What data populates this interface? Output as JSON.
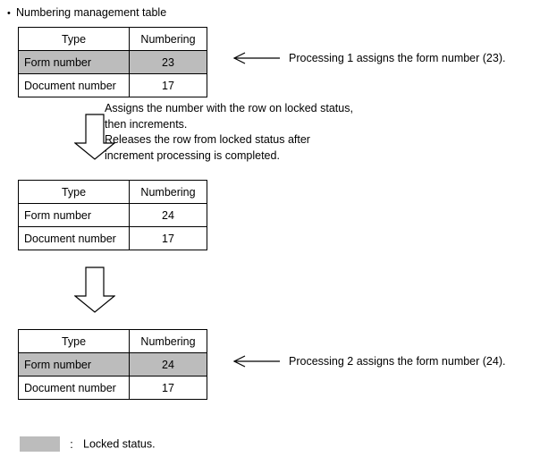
{
  "heading": {
    "bullet": "•",
    "text": "Numbering management table"
  },
  "table_columns": [
    "Type",
    "Numbering"
  ],
  "tables": [
    {
      "id": "table-1",
      "rows": [
        {
          "type": "Form number",
          "numbering": "23",
          "locked": true
        },
        {
          "type": "Document number",
          "numbering": "17",
          "locked": false
        }
      ]
    },
    {
      "id": "table-2",
      "rows": [
        {
          "type": "Form number",
          "numbering": "24",
          "locked": false
        },
        {
          "type": "Document number",
          "numbering": "17",
          "locked": false
        }
      ]
    },
    {
      "id": "table-3",
      "rows": [
        {
          "type": "Form number",
          "numbering": "24",
          "locked": true
        },
        {
          "type": "Document number",
          "numbering": "17",
          "locked": false
        }
      ]
    }
  ],
  "annotations": [
    {
      "text": "Processing 1 assigns the form number (23)."
    },
    {
      "text": "Processing 2 assigns the form number (24)."
    }
  ],
  "explanation": {
    "line1": "Assigns the number with the row on locked status,",
    "line2": "then increments.",
    "line3": "Releases the row from locked status after",
    "line4": "increment processing is completed."
  },
  "legend": {
    "colon": ":",
    "label": "Locked status.",
    "swatch_color": "#bcbcbc"
  }
}
